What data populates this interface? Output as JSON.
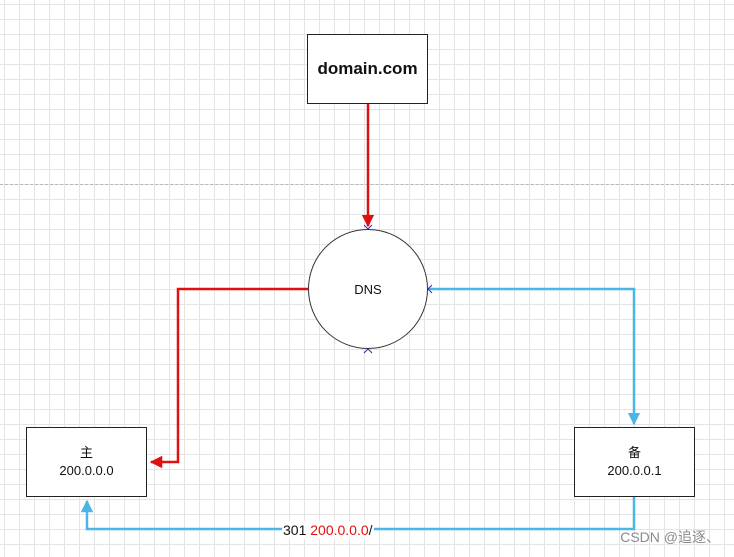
{
  "nodes": {
    "domain": {
      "label": "domain.com"
    },
    "dns": {
      "label": "DNS"
    },
    "primary": {
      "name": "主",
      "ip": "200.0.0.0"
    },
    "backup": {
      "name": "备",
      "ip": "200.0.0.1"
    }
  },
  "edges": {
    "redirect": {
      "code": "301",
      "ip": "200.0.0.0",
      "suffix": "/"
    }
  },
  "colors": {
    "red_edge": "#e01010",
    "blue_edge": "#4ab6e6",
    "marker": "#2a2ab8"
  },
  "watermark": "CSDN @追逐、"
}
